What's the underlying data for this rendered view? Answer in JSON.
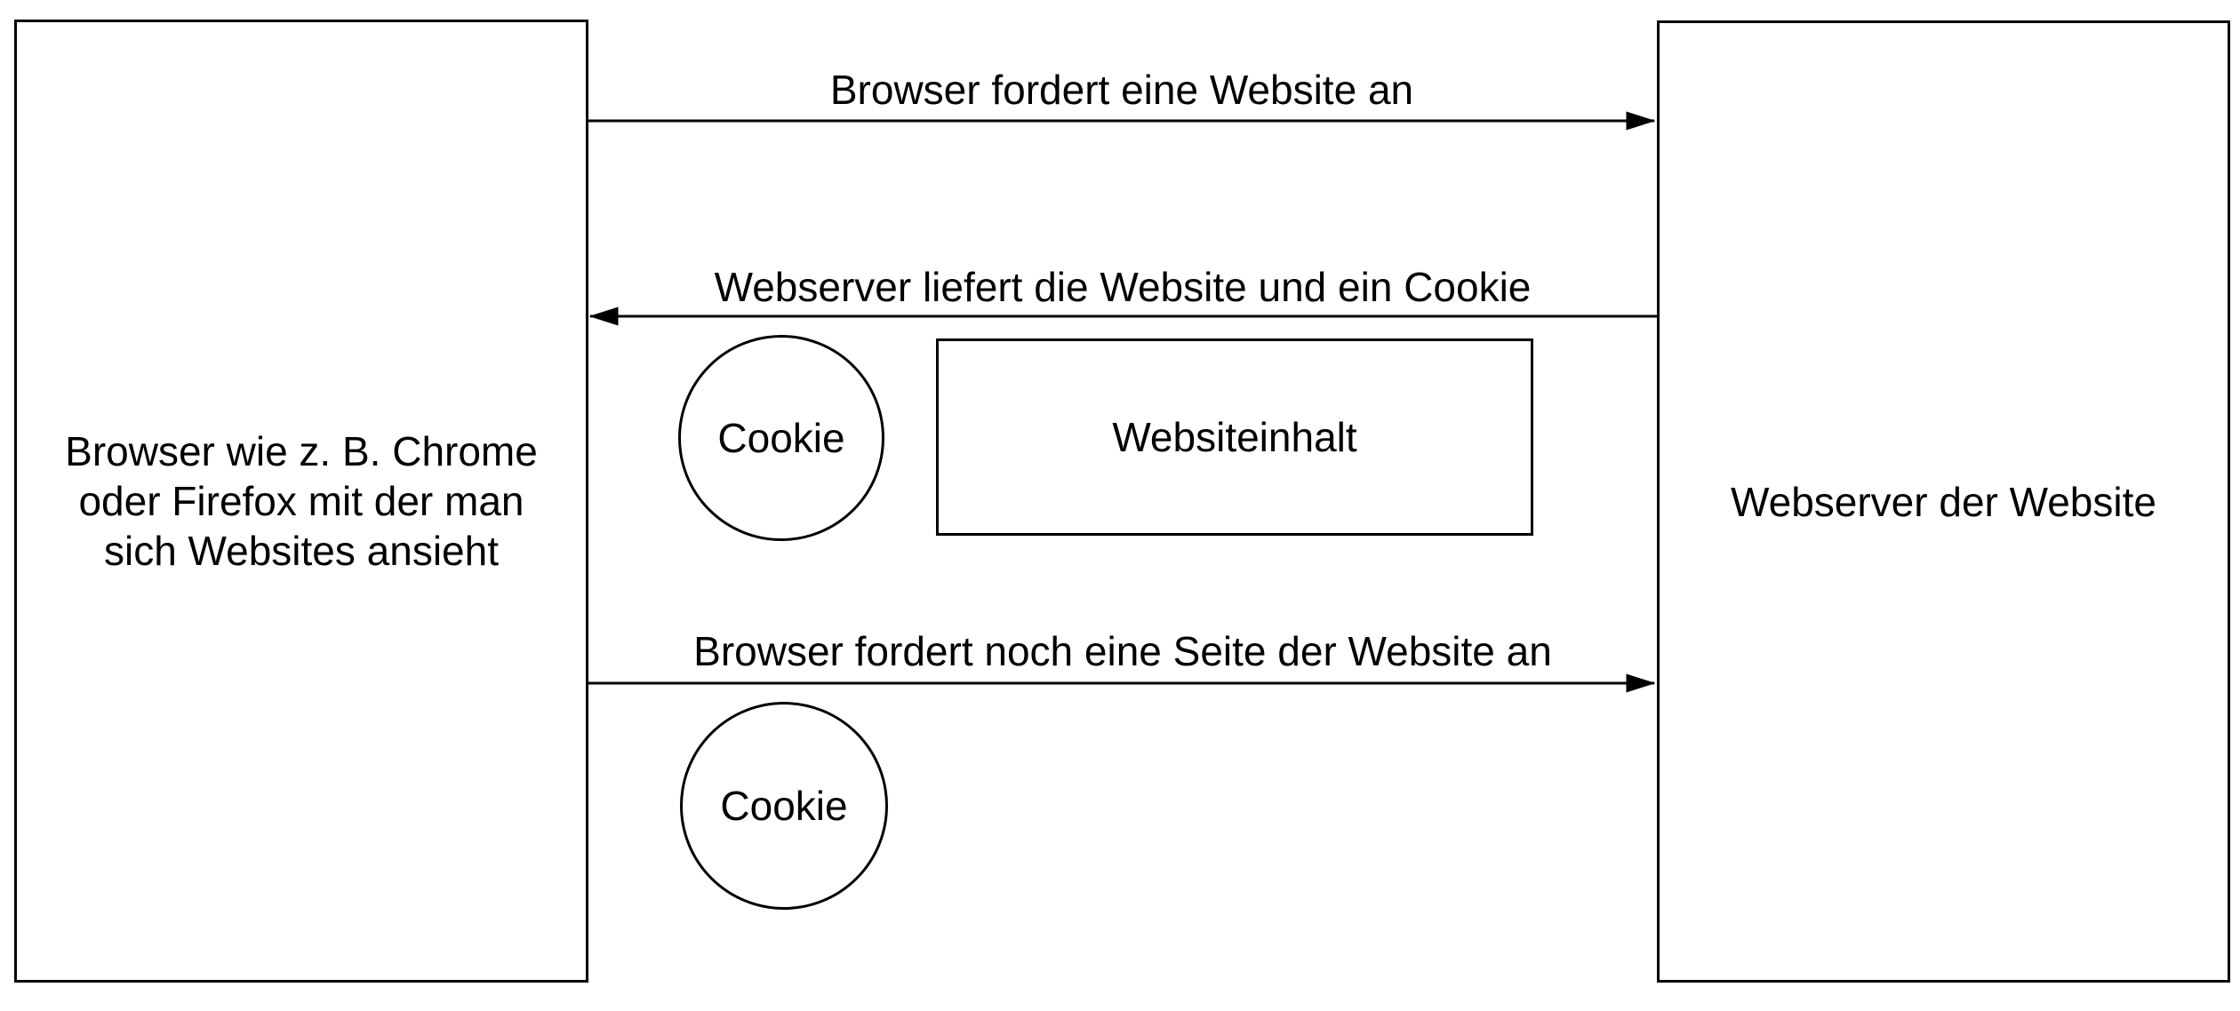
{
  "diagram": {
    "background": "#ffffff",
    "stroke_color": "#000000",
    "text_color": "#000000"
  },
  "browser_box": {
    "lines": [
      "Browser wie z. B. Chrome",
      "oder Firefox mit der man",
      "sich Websites ansieht"
    ]
  },
  "webserver_box": {
    "label": "Webserver der Website"
  },
  "messages": {
    "request1": {
      "label": "Browser fordert eine Website an",
      "direction": "left-to-right"
    },
    "response": {
      "label": "Webserver liefert die Website und ein Cookie",
      "direction": "right-to-left"
    },
    "request2": {
      "label": "Browser fordert noch eine Seite der Website an",
      "direction": "left-to-right"
    }
  },
  "payload": {
    "cookie1": {
      "label": "Cookie"
    },
    "website_content": {
      "label": "Websiteinhalt"
    },
    "cookie2": {
      "label": "Cookie"
    }
  }
}
